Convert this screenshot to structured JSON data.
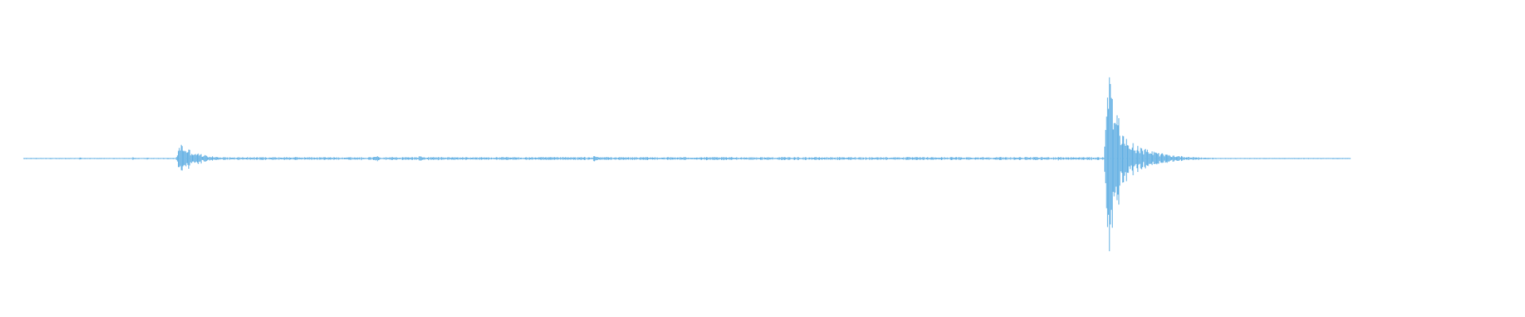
{
  "waveform": {
    "color": "#5dade2",
    "background": "#ffffff",
    "bursts": [
      {
        "t": 0.012,
        "amp": 0.004,
        "width": 0.004
      },
      {
        "t": 0.042,
        "amp": 0.012,
        "width": 0.002
      },
      {
        "t": 0.058,
        "amp": 0.006,
        "width": 0.008
      },
      {
        "t": 0.082,
        "amp": 0.018,
        "width": 0.002
      },
      {
        "t": 0.093,
        "amp": 0.008,
        "width": 0.003
      },
      {
        "t": 0.118,
        "amp": 0.14,
        "width": 0.012
      },
      {
        "t": 0.265,
        "amp": 0.035,
        "width": 0.003
      },
      {
        "t": 0.298,
        "amp": 0.03,
        "width": 0.003
      },
      {
        "t": 0.43,
        "amp": 0.035,
        "width": 0.003
      },
      {
        "t": 0.78,
        "amp": 0.022,
        "width": 0.003
      },
      {
        "t": 0.817,
        "amp": 1.0,
        "width": 0.008
      },
      {
        "t": 0.826,
        "amp": 0.22,
        "width": 0.02
      }
    ],
    "baseline": {
      "start": 0.118,
      "end": 0.815,
      "amp": 0.008
    },
    "tail": {
      "start": 0.826,
      "end": 0.885,
      "amp": 0.006
    }
  }
}
